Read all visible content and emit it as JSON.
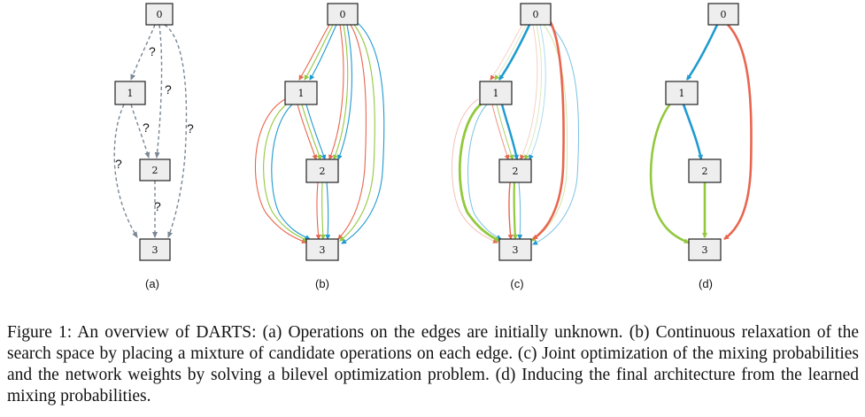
{
  "panels": [
    {
      "label": "(a)",
      "nodes": [
        "0",
        "1",
        "2",
        "3"
      ],
      "edge_label": "?"
    },
    {
      "label": "(b)",
      "nodes": [
        "0",
        "1",
        "2",
        "3"
      ]
    },
    {
      "label": "(c)",
      "nodes": [
        "0",
        "1",
        "2",
        "3"
      ]
    },
    {
      "label": "(d)",
      "nodes": [
        "0",
        "1",
        "2",
        "3"
      ]
    }
  ],
  "colors": {
    "unknown_edge": "#7a8694",
    "op_red": "#e8664f",
    "op_blue": "#1f9ad1",
    "op_green": "#93c83e",
    "node_fill": "#eeeeee"
  },
  "caption": "Figure 1: An overview of DARTS: (a) Operations on the edges are initially unknown. (b) Continuous relaxation of the search space by placing a mixture of candidate operations on each edge. (c) Joint optimization of the mixing probabilities and the network weights by solving a bilevel optimization problem. (d) Inducing the final architecture from the learned mixing probabilities."
}
